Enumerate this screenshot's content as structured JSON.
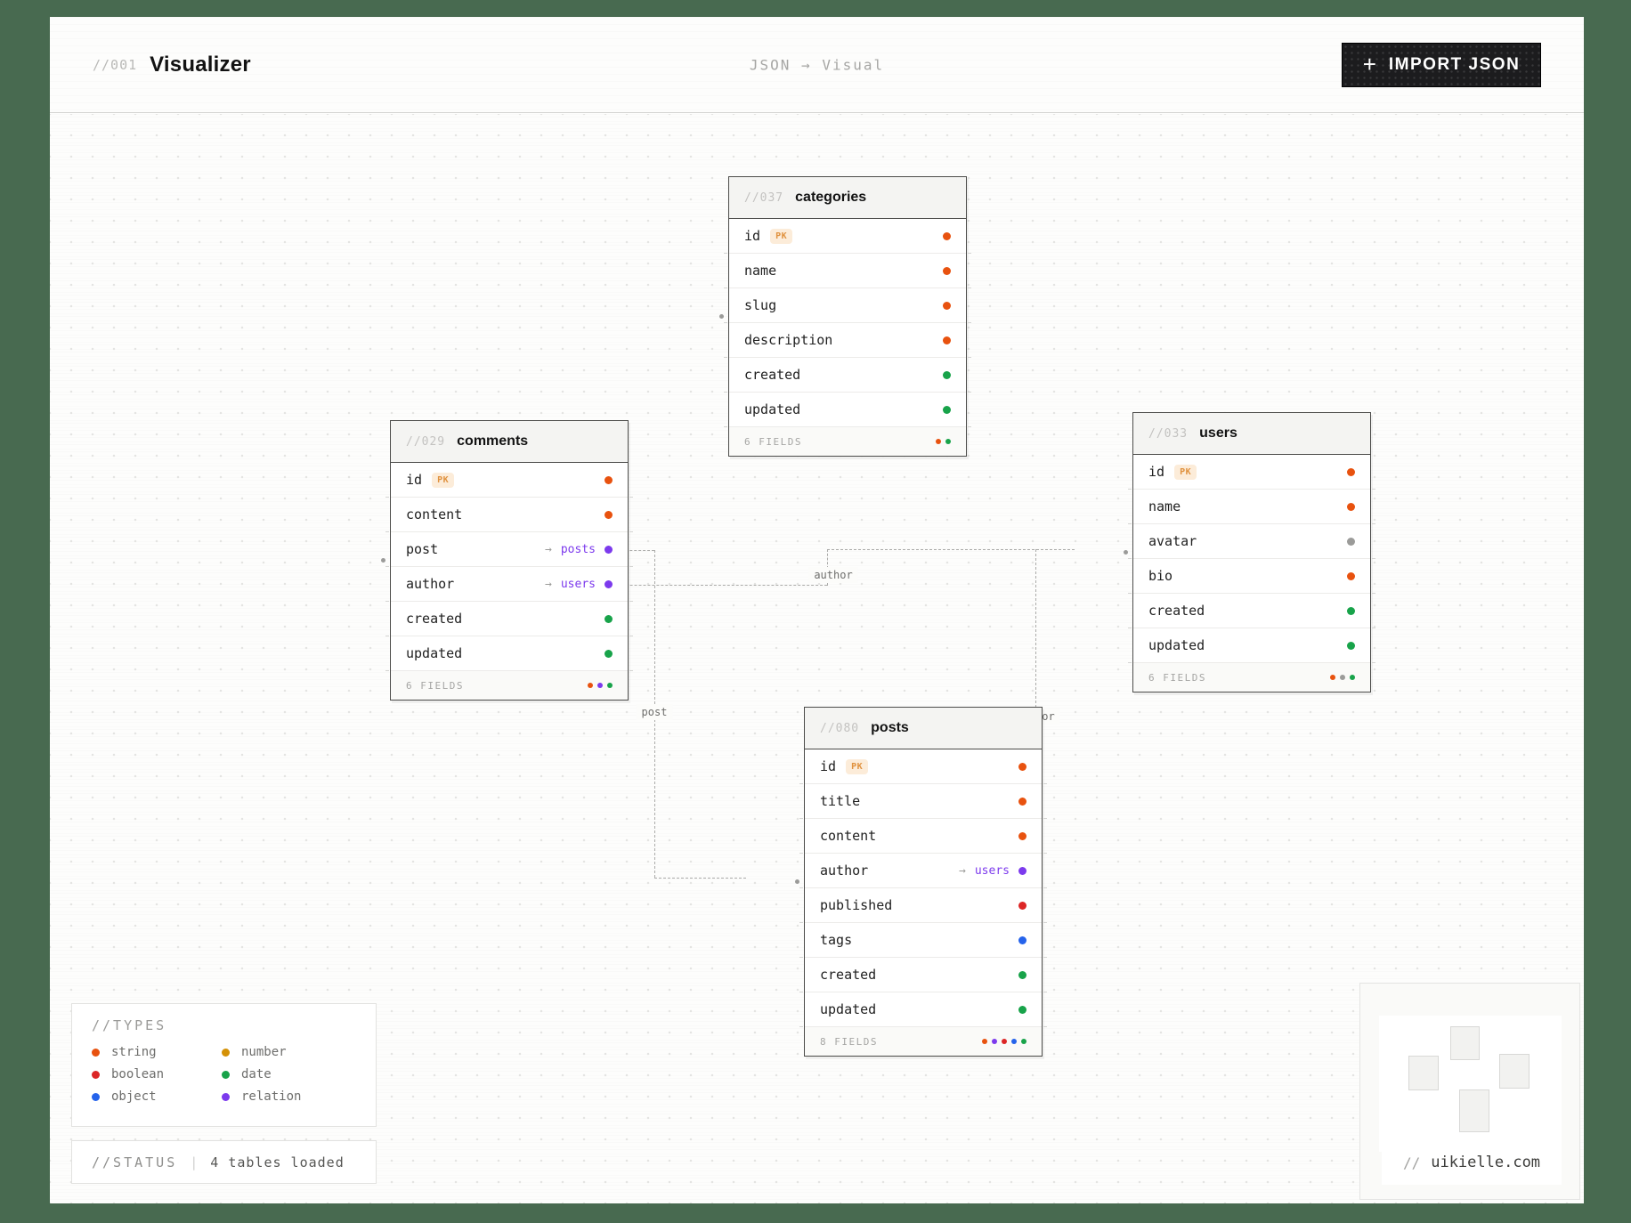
{
  "header": {
    "code": "//001",
    "title": "Visualizer",
    "subtitle": "JSON → Visual",
    "import_button": {
      "icon": "+",
      "label": "IMPORT JSON"
    }
  },
  "ui": {
    "pk_label": "PK",
    "relation_arrow": "→"
  },
  "type_colors": {
    "string": "#e8520f",
    "number": "#d49106",
    "boolean": "#dc2626",
    "date": "#18a34a",
    "object": "#2563eb",
    "relation": "#7c3aed",
    "null": "#9b9b99"
  },
  "tables": [
    {
      "code": "//037",
      "name": "categories",
      "footer": "6 FIELDS",
      "fields": [
        {
          "name": "id",
          "pk": true,
          "type": "string"
        },
        {
          "name": "name",
          "type": "string"
        },
        {
          "name": "slug",
          "type": "string"
        },
        {
          "name": "description",
          "type": "string"
        },
        {
          "name": "created",
          "type": "date"
        },
        {
          "name": "updated",
          "type": "date"
        }
      ]
    },
    {
      "code": "//029",
      "name": "comments",
      "footer": "6 FIELDS",
      "fields": [
        {
          "name": "id",
          "pk": true,
          "type": "string"
        },
        {
          "name": "content",
          "type": "string"
        },
        {
          "name": "post",
          "type": "relation",
          "relation": "posts"
        },
        {
          "name": "author",
          "type": "relation",
          "relation": "users"
        },
        {
          "name": "created",
          "type": "date"
        },
        {
          "name": "updated",
          "type": "date"
        }
      ]
    },
    {
      "code": "//033",
      "name": "users",
      "footer": "6 FIELDS",
      "fields": [
        {
          "name": "id",
          "pk": true,
          "type": "string"
        },
        {
          "name": "name",
          "type": "string"
        },
        {
          "name": "avatar",
          "type": "null"
        },
        {
          "name": "bio",
          "type": "string"
        },
        {
          "name": "created",
          "type": "date"
        },
        {
          "name": "updated",
          "type": "date"
        }
      ]
    },
    {
      "code": "//080",
      "name": "posts",
      "footer": "8 FIELDS",
      "fields": [
        {
          "name": "id",
          "pk": true,
          "type": "string"
        },
        {
          "name": "title",
          "type": "string"
        },
        {
          "name": "content",
          "type": "string"
        },
        {
          "name": "author",
          "type": "relation",
          "relation": "users"
        },
        {
          "name": "published",
          "type": "boolean"
        },
        {
          "name": "tags",
          "type": "object"
        },
        {
          "name": "created",
          "type": "date"
        },
        {
          "name": "updated",
          "type": "date"
        }
      ]
    }
  ],
  "connections": [
    {
      "label": "post",
      "from": "comments.post",
      "to": "posts"
    },
    {
      "label": "author",
      "from": "comments.author",
      "to": "users"
    },
    {
      "label": "author",
      "from": "posts.author",
      "to": "users"
    }
  ],
  "legend": {
    "title": "//TYPES",
    "items": [
      {
        "label": "string",
        "type": "string"
      },
      {
        "label": "number",
        "type": "number"
      },
      {
        "label": "boolean",
        "type": "boolean"
      },
      {
        "label": "date",
        "type": "date"
      },
      {
        "label": "object",
        "type": "object"
      },
      {
        "label": "relation",
        "type": "relation"
      }
    ]
  },
  "status": {
    "prefix": "//STATUS",
    "separator": "|",
    "text": "4 tables loaded"
  },
  "watermark": {
    "prefix": "//",
    "domain": "uikielle.com"
  }
}
